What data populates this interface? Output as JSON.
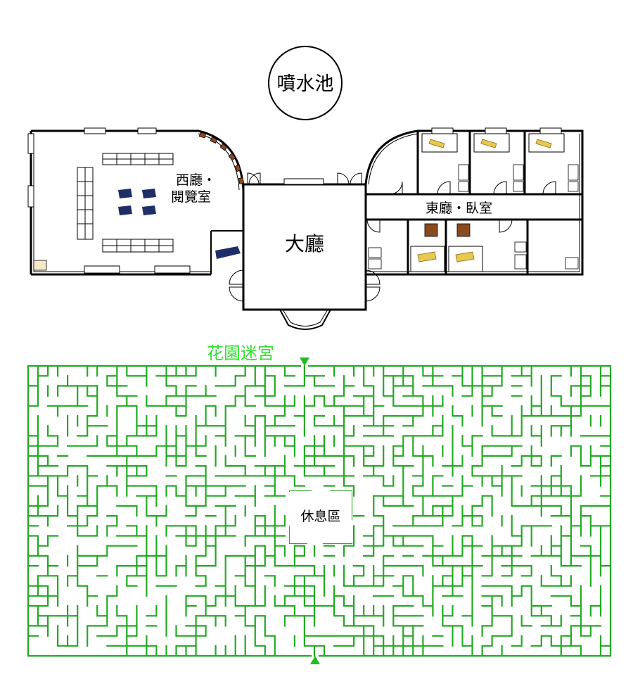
{
  "labels": {
    "fountain": "噴水池",
    "west_hall_line1": "西廳・",
    "west_hall_line2": "閱覽室",
    "main_hall": "大廳",
    "east_hall": "東廳・臥室",
    "maze_title": "花園迷宮",
    "rest_area": "休息區"
  },
  "colors": {
    "wall": "#000000",
    "maze": "#22aa22",
    "maze_title": "#33dd33",
    "entrance_arrow": "#22bb22",
    "bed": "#e8c850",
    "sofa": "#1f2f66",
    "desk": "#8a4a1e"
  },
  "icons": {
    "maze_entrance": "triangle-down-icon",
    "maze_exit": "triangle-up-icon"
  }
}
